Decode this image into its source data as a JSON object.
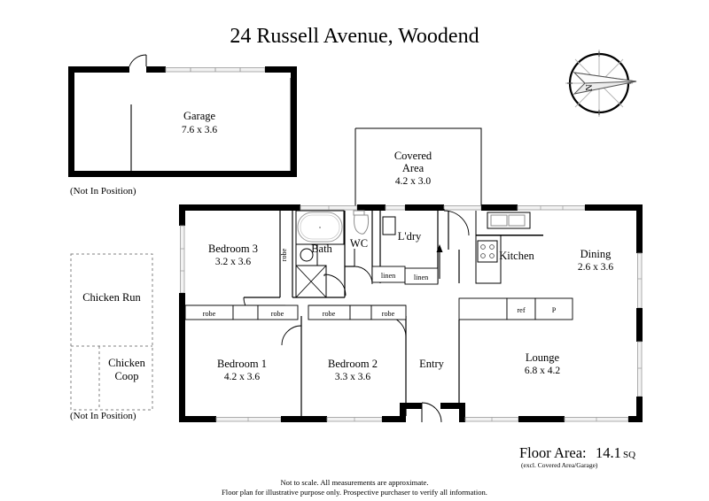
{
  "title": "24 Russell Avenue, Woodend",
  "garage": {
    "name": "Garage",
    "dim": "7.6 x 3.6",
    "note": "(Not In Position)"
  },
  "chicken": {
    "run_label": "Chicken Run",
    "coop_label_line1": "Chicken",
    "coop_label_line2": "Coop",
    "note": "(Not In Position)"
  },
  "covered_area": {
    "line1": "Covered",
    "line2": "Area",
    "dim": "4.2 x 3.0"
  },
  "rooms": [
    {
      "name": "Bedroom 3",
      "dim": "3.2 x 3.6"
    },
    {
      "name": "Bedroom 1",
      "dim": "4.2 x 3.6"
    },
    {
      "name": "Bedroom 2",
      "dim": "3.3 x 3.6"
    },
    {
      "name": "Dining",
      "dim": "2.6 x 3.6"
    },
    {
      "name": "Lounge",
      "dim": "6.8 x 4.2"
    }
  ],
  "labels": {
    "bath": "Bath",
    "wc": "WC",
    "laundry": "L'dry",
    "kitchen": "Kitchen",
    "entry": "Entry",
    "robe": "robe",
    "linen": "linen",
    "fridge": "ref",
    "pantry": "P"
  },
  "robes": [
    "robe",
    "robe",
    "robe",
    "robe"
  ],
  "linens": [
    "linen",
    "linen"
  ],
  "compass": {
    "letter": "N"
  },
  "floor_area": {
    "label": "Floor Area:",
    "value": "14.1",
    "unit": "SQ",
    "exclusion": "(excl. Covered Area/Garage)"
  },
  "disclaimer": {
    "line1": "Not to scale. All measurements are approximate.",
    "line2": "Floor plan for illustrative purpose only. Prospective purchaser to verify all information."
  },
  "colors": {
    "wall": "#000000",
    "window": "#f2f2f2",
    "dashed": "#808080",
    "background": "#ffffff"
  }
}
